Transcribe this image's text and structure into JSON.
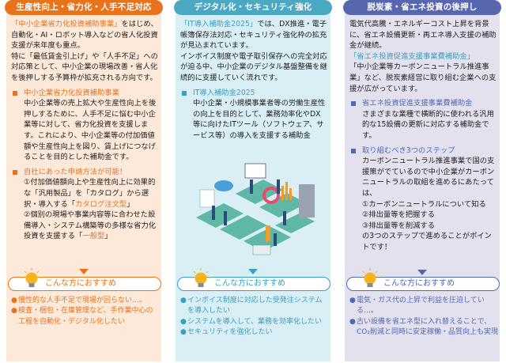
{
  "columns": {
    "orange": {
      "accent": "#e8731a",
      "header": "生産性向上・省力化・人手不足対応",
      "intro": {
        "highlight": "「中小企業省力化投資補助事業」",
        "text1": "をはじめ、自動化・AI・ロボット導入などの省人化投資支援が来年度も重点。",
        "text2": "特に「最低賃金引上げ」や「人手不足」への対応策として、中小企業の現場改善・省人化を後押しする予算枠が拡充される方向です。"
      },
      "sections": [
        {
          "title": "中小企業省力化投資補助事業",
          "body": "中小企業等の売上拡大や生産性向上を後押しするために、人手不足に悩む中小企業等に対して、省力化投資を支援します。これにより、中小企業等の付加価値額や生産性向上を図り、賃上げにつなげることを目的とした補助金です。"
        },
        {
          "title": "自社にあった申請方法が可能！",
          "step1_pre": "①付加価値額向上や生産性向上に効果的な「汎用製品」を「カタログ」から選択・導入する「",
          "step1_hl": "カタログ注文型",
          "step1_post": "」",
          "step2_pre": "②個別の現場や事業内容等に合わせた設備導入・システム構築等の多様な省力化投資を支援する「",
          "step2_hl": "一般型",
          "step2_post": "」"
        }
      ],
      "recommend": {
        "label": "こんな方におすすめ",
        "items": [
          "慢性的な人手不足で現場が回らない…。",
          "検査・梱包・在庫管理など、手作業中心の工程を自動化・デジタル化したい"
        ]
      }
    },
    "blue": {
      "accent": "#3aa0c0",
      "header": "デジタル化・セキュリティ強化",
      "intro": {
        "highlight": "「IT導入補助金2025」",
        "text1": "では、DX推進・電子帳簿保存法対応・セキュリティ強化枠の拡充が見込まれています。",
        "text2": "インボイス制度や電子取引保存への完全対応が迫る中、中小企業のデジタル基盤整備を継続的に支援していく流れです。"
      },
      "sections": [
        {
          "title": "IT導入補助金2025",
          "body": "中小企業・小規模事業者等の労働生産性の向上を目的として、業務効率化やDX等に向けたITツール（ソフトウェア、サービス等）の導入を支援する補助金"
        }
      ],
      "illustration": "digital-business-isometric-illustration",
      "recommend": {
        "label": "こんな方におすすめ",
        "items": [
          "インボイス制度に対応した受発注システムを導入したい",
          "システムを導入して、業務を効率化したい",
          "セキュリティを強化したい"
        ]
      }
    },
    "purple": {
      "accent": "#4f69b6",
      "header": "脱炭素・省エネ投資の後押し",
      "intro": {
        "text1": "電気代高騰・エネルギーコスト上昇を背景に、省エネ設備更新・再エネ導入支援の補助金が継続。",
        "highlight": "「省エネ投資促進支援事業費補助金」",
        "text2": "「中小企業等カーボンニュートラル推進事業」など、脱炭素経営に取り組む企業への支援が広がっています。"
      },
      "sections": [
        {
          "title": "省エネ投資促進支援事業費補助金",
          "body": "さまざまな業種で横断的に使われる汎用的な15設備の更新に対応する補助金です。"
        },
        {
          "title": "取り組むべき3つのステップ",
          "body": "カーボンニュートラル推進事業で国の支援策がでているので中小企業がカーボンニュートラルの取組を進めるにあたっては、",
          "steps": [
            "①カーボンニュートラルについて知る",
            "②排出量等を把握する",
            "③排出量等を削減する"
          ],
          "closing": "の3つのステップで進めることがポイントです！"
        }
      ],
      "recommend": {
        "label": "こんな方におすすめ",
        "items": [
          "電気・ガス代の上昇で利益を圧迫している…。",
          "古い設備を省エネ型に入れ替えることで、CO₂削減と同時に安定稼働・品質向上も実現"
        ]
      }
    }
  }
}
